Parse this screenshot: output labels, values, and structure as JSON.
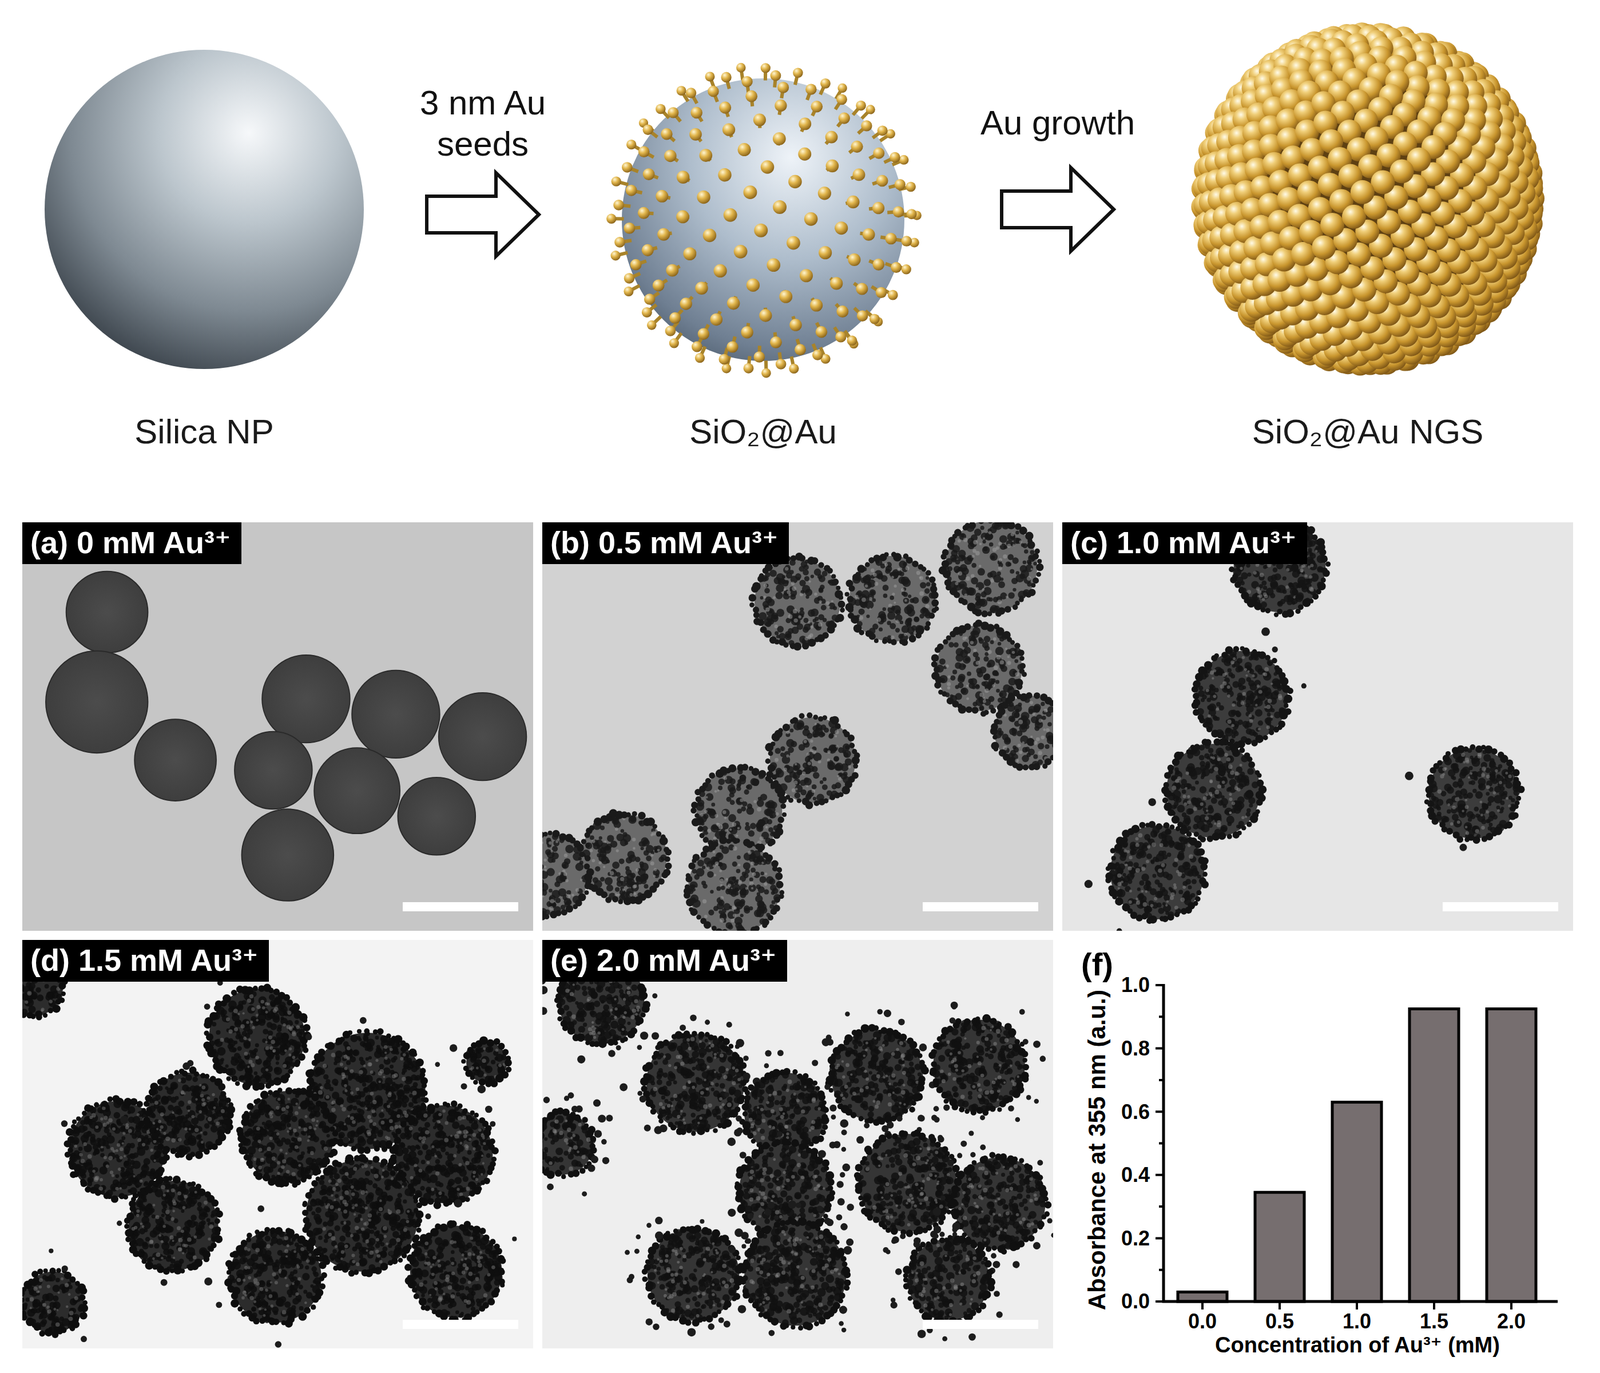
{
  "diagram": {
    "nodes": [
      {
        "text": [
          "Silica NP"
        ]
      },
      {
        "text": [
          "SiO₂@Au"
        ]
      },
      {
        "text": [
          "SiO₂@Au NGS"
        ]
      },
      {
        "text": [
          "(a) 0 mM Au³⁺"
        ]
      },
      {
        "text": [
          "(b) 0.5 mM Au³⁺"
        ]
      },
      {
        "text": [
          "(c) 1.0 mM Au³⁺"
        ]
      },
      {
        "text": [
          "(d) 1.5 mM Au³⁺"
        ]
      },
      {
        "text": [
          "(e) 2.0 mM Au³⁺"
        ]
      }
    ],
    "edges": [
      {
        "from": 0,
        "to": 1,
        "label": "3 nm Au seeds",
        "arrow": "to"
      },
      {
        "from": 1,
        "to": 2,
        "label": "Au growth",
        "arrow": "to"
      }
    ],
    "labels": [
      "(f)",
      "Absorbance at 355 nm (a.u.)",
      "1.0",
      "0.8",
      "0.6",
      "0.4",
      "0.2",
      "0.0",
      "0.0",
      "0.5",
      "1.0",
      "1.5",
      "2.0",
      "Concentration of Au³⁺ (mM)"
    ]
  }
}
